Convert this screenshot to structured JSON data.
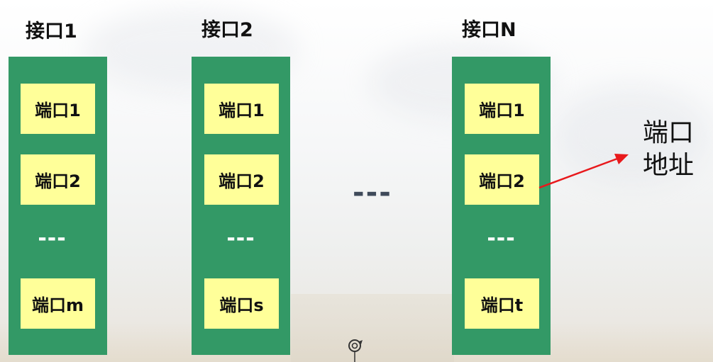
{
  "interfaces": [
    {
      "title": "接口1",
      "ports": [
        "端口1",
        "端口2",
        "端口m"
      ],
      "ellipsis": "---"
    },
    {
      "title": "接口2",
      "ports": [
        "端口1",
        "端口2",
        "端口s"
      ],
      "ellipsis": "---"
    },
    {
      "title": "接口N",
      "ports": [
        "端口1",
        "端口2",
        "端口t"
      ],
      "ellipsis": "---"
    }
  ],
  "middle_ellipsis": "---",
  "address_label": {
    "line1": "端口",
    "line2": "地址"
  },
  "colors": {
    "interface_bg": "#339966",
    "port_bg": "#ffff99",
    "arrow": "#e8191c"
  },
  "icons": {
    "cursor": "rotate-cursor-icon"
  }
}
